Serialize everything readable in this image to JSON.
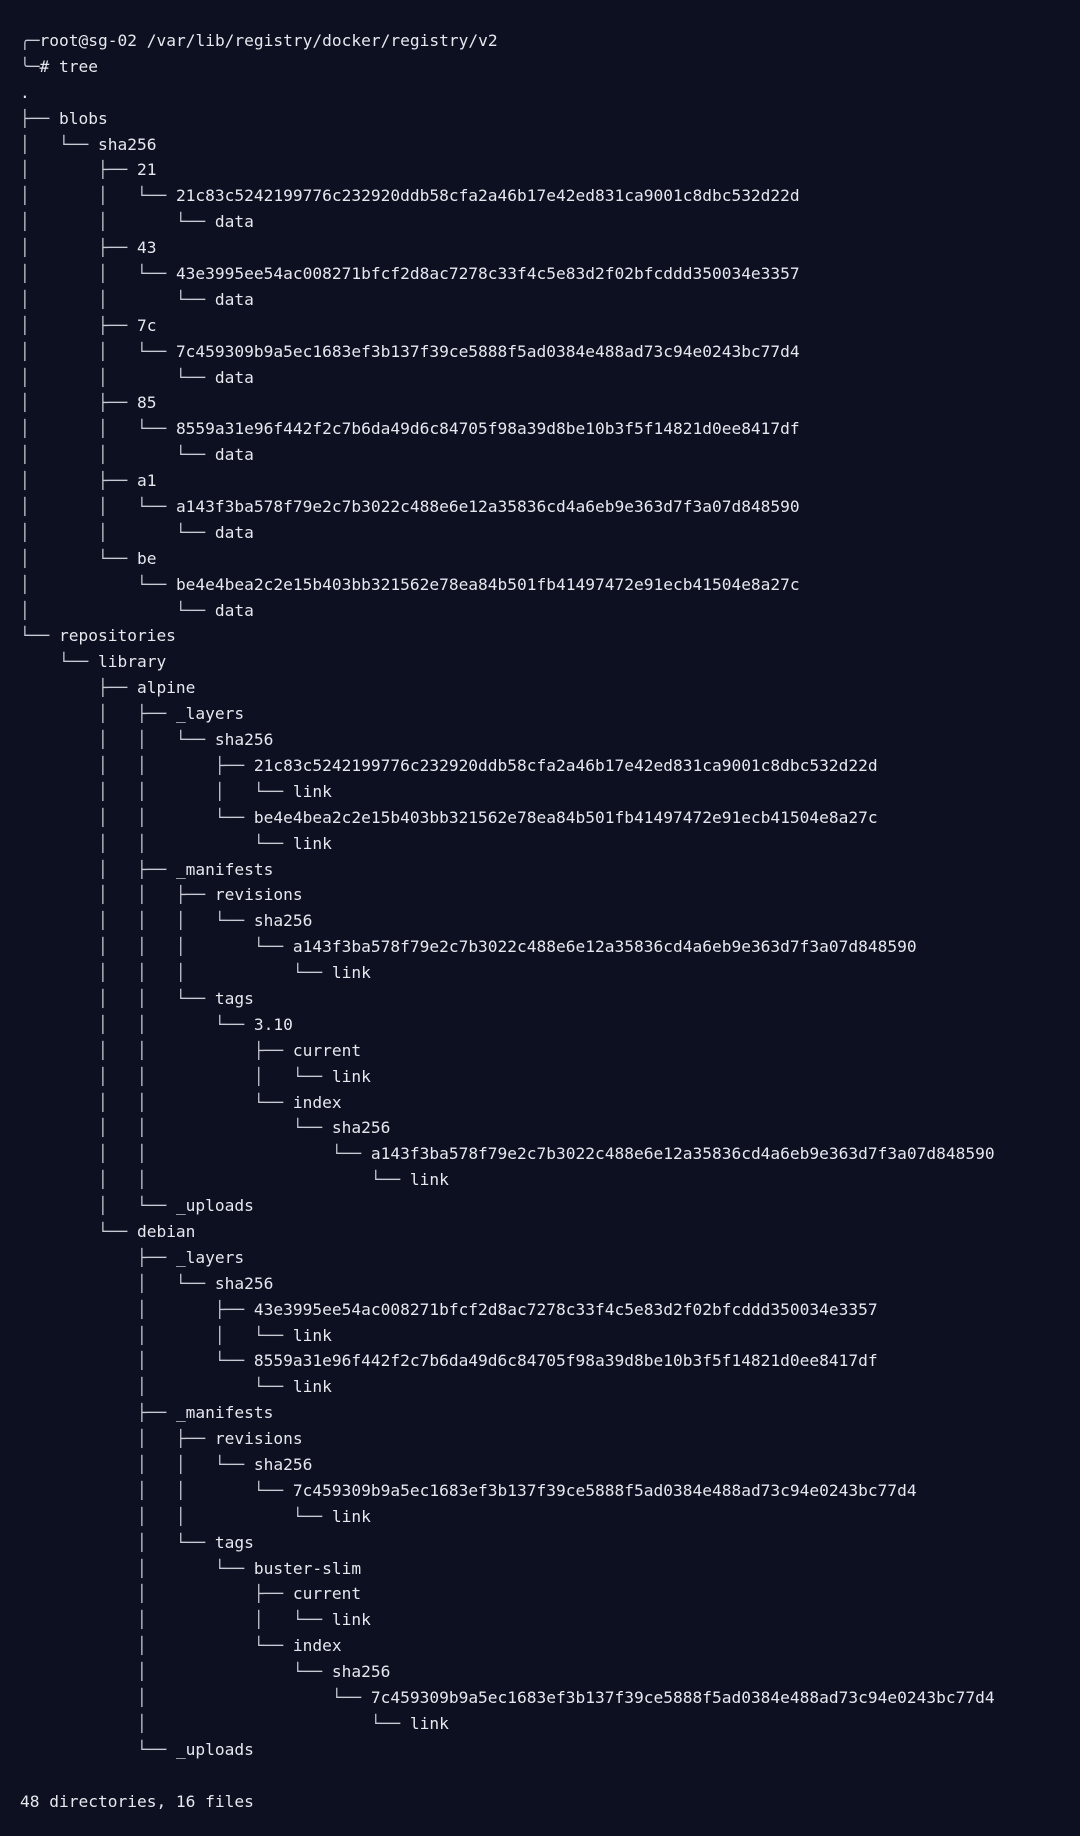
{
  "prompt": {
    "top_corner": "╭─",
    "user_host": "root@sg-02",
    "cwd": "/var/lib/registry/docker/registry/v2",
    "bottom_corner": "╰─",
    "symbol": "#",
    "command": "tree"
  },
  "tree": [
    {
      "guide": "",
      "name": "."
    },
    {
      "guide": "├── ",
      "name": "blobs"
    },
    {
      "guide": "│   └── ",
      "name": "sha256"
    },
    {
      "guide": "│       ├── ",
      "name": "21"
    },
    {
      "guide": "│       │   └── ",
      "name": "21c83c5242199776c232920ddb58cfa2a46b17e42ed831ca9001c8dbc532d22d"
    },
    {
      "guide": "│       │       └── ",
      "name": "data"
    },
    {
      "guide": "│       ├── ",
      "name": "43"
    },
    {
      "guide": "│       │   └── ",
      "name": "43e3995ee54ac008271bfcf2d8ac7278c33f4c5e83d2f02bfcddd350034e3357"
    },
    {
      "guide": "│       │       └── ",
      "name": "data"
    },
    {
      "guide": "│       ├── ",
      "name": "7c"
    },
    {
      "guide": "│       │   └── ",
      "name": "7c459309b9a5ec1683ef3b137f39ce5888f5ad0384e488ad73c94e0243bc77d4"
    },
    {
      "guide": "│       │       └── ",
      "name": "data"
    },
    {
      "guide": "│       ├── ",
      "name": "85"
    },
    {
      "guide": "│       │   └── ",
      "name": "8559a31e96f442f2c7b6da49d6c84705f98a39d8be10b3f5f14821d0ee8417df"
    },
    {
      "guide": "│       │       └── ",
      "name": "data"
    },
    {
      "guide": "│       ├── ",
      "name": "a1"
    },
    {
      "guide": "│       │   └── ",
      "name": "a143f3ba578f79e2c7b3022c488e6e12a35836cd4a6eb9e363d7f3a07d848590"
    },
    {
      "guide": "│       │       └── ",
      "name": "data"
    },
    {
      "guide": "│       └── ",
      "name": "be"
    },
    {
      "guide": "│           └── ",
      "name": "be4e4bea2c2e15b403bb321562e78ea84b501fb41497472e91ecb41504e8a27c"
    },
    {
      "guide": "│               └── ",
      "name": "data"
    },
    {
      "guide": "└── ",
      "name": "repositories"
    },
    {
      "guide": "    └── ",
      "name": "library"
    },
    {
      "guide": "        ├── ",
      "name": "alpine"
    },
    {
      "guide": "        │   ├── ",
      "name": "_layers"
    },
    {
      "guide": "        │   │   └── ",
      "name": "sha256"
    },
    {
      "guide": "        │   │       ├── ",
      "name": "21c83c5242199776c232920ddb58cfa2a46b17e42ed831ca9001c8dbc532d22d"
    },
    {
      "guide": "        │   │       │   └── ",
      "name": "link"
    },
    {
      "guide": "        │   │       └── ",
      "name": "be4e4bea2c2e15b403bb321562e78ea84b501fb41497472e91ecb41504e8a27c"
    },
    {
      "guide": "        │   │           └── ",
      "name": "link"
    },
    {
      "guide": "        │   ├── ",
      "name": "_manifests"
    },
    {
      "guide": "        │   │   ├── ",
      "name": "revisions"
    },
    {
      "guide": "        │   │   │   └── ",
      "name": "sha256"
    },
    {
      "guide": "        │   │   │       └── ",
      "name": "a143f3ba578f79e2c7b3022c488e6e12a35836cd4a6eb9e363d7f3a07d848590"
    },
    {
      "guide": "        │   │   │           └── ",
      "name": "link"
    },
    {
      "guide": "        │   │   └── ",
      "name": "tags"
    },
    {
      "guide": "        │   │       └── ",
      "name": "3.10"
    },
    {
      "guide": "        │   │           ├── ",
      "name": "current"
    },
    {
      "guide": "        │   │           │   └── ",
      "name": "link"
    },
    {
      "guide": "        │   │           └── ",
      "name": "index"
    },
    {
      "guide": "        │   │               └── ",
      "name": "sha256"
    },
    {
      "guide": "        │   │                   └── ",
      "name": "a143f3ba578f79e2c7b3022c488e6e12a35836cd4a6eb9e363d7f3a07d848590"
    },
    {
      "guide": "        │   │                       └── ",
      "name": "link"
    },
    {
      "guide": "        │   └── ",
      "name": "_uploads"
    },
    {
      "guide": "        └── ",
      "name": "debian"
    },
    {
      "guide": "            ├── ",
      "name": "_layers"
    },
    {
      "guide": "            │   └── ",
      "name": "sha256"
    },
    {
      "guide": "            │       ├── ",
      "name": "43e3995ee54ac008271bfcf2d8ac7278c33f4c5e83d2f02bfcddd350034e3357"
    },
    {
      "guide": "            │       │   └── ",
      "name": "link"
    },
    {
      "guide": "            │       └── ",
      "name": "8559a31e96f442f2c7b6da49d6c84705f98a39d8be10b3f5f14821d0ee8417df"
    },
    {
      "guide": "            │           └── ",
      "name": "link"
    },
    {
      "guide": "            ├── ",
      "name": "_manifests"
    },
    {
      "guide": "            │   ├── ",
      "name": "revisions"
    },
    {
      "guide": "            │   │   └── ",
      "name": "sha256"
    },
    {
      "guide": "            │   │       └── ",
      "name": "7c459309b9a5ec1683ef3b137f39ce5888f5ad0384e488ad73c94e0243bc77d4"
    },
    {
      "guide": "            │   │           └── ",
      "name": "link"
    },
    {
      "guide": "            │   └── ",
      "name": "tags"
    },
    {
      "guide": "            │       └── ",
      "name": "buster-slim"
    },
    {
      "guide": "            │           ├── ",
      "name": "current"
    },
    {
      "guide": "            │           │   └── ",
      "name": "link"
    },
    {
      "guide": "            │           └── ",
      "name": "index"
    },
    {
      "guide": "            │               └── ",
      "name": "sha256"
    },
    {
      "guide": "            │                   └── ",
      "name": "7c459309b9a5ec1683ef3b137f39ce5888f5ad0384e488ad73c94e0243bc77d4"
    },
    {
      "guide": "            │                       └── ",
      "name": "link"
    },
    {
      "guide": "            └── ",
      "name": "_uploads"
    }
  ],
  "summary": "48 directories, 16 files",
  "colors": {
    "background": "#0c1021",
    "foreground": "#e6e8ee"
  }
}
